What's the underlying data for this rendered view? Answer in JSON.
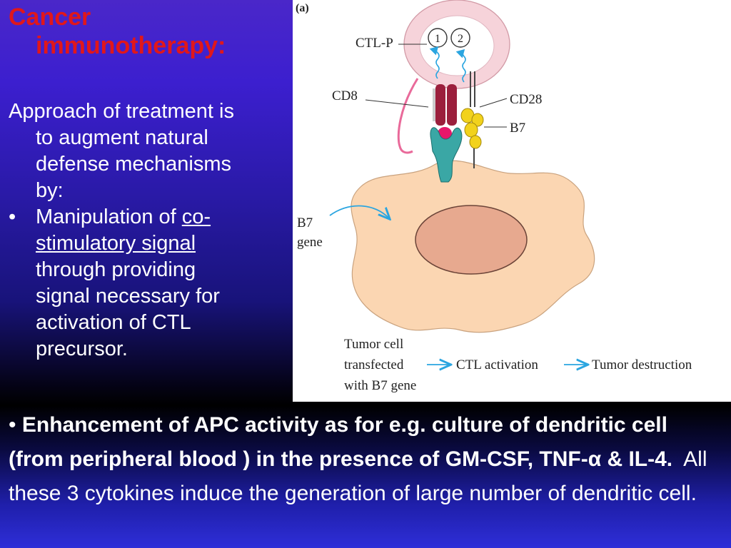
{
  "title": {
    "line1": "Cancer",
    "line2": "immunotherapy:"
  },
  "intro": {
    "line1": "Approach of treatment is",
    "line2": "to augment natural",
    "line3": "defense mechanisms",
    "line4": "by:"
  },
  "bullet1": {
    "symbol": "•",
    "prefix": "Manipulation of",
    "link_part1": "co-",
    "link_part2": "stimulatory signal",
    "rest1": "through providing",
    "rest2": "signal necessary for",
    "rest3": "activation of CTL",
    "rest4": "precursor."
  },
  "bullet2": {
    "symbol": "•",
    "bold_text": "Enhancement of APC activity as for e.g. culture of dendritic cell (from peripheral blood ) in the presence of GM-CSF, TNF-α & IL-4.",
    "normal_text": "All these 3 cytokines induce the generation of large number of dendritic cell."
  },
  "figure": {
    "panel_label": "(a)",
    "labels": {
      "ctl_p": "CTL-P",
      "cd8": "CD8",
      "cd28": "CD28",
      "b7": "B7",
      "b7_gene_1": "B7",
      "b7_gene_2": "gene",
      "signal_1": "1",
      "signal_2": "2"
    },
    "caption": {
      "line1": "Tumor cell",
      "line2": "transfected",
      "line3": "with B7 gene",
      "step2": "CTL activation",
      "step3": "Tumor destruction"
    },
    "colors": {
      "ctl_cell": "#f6d3da",
      "ctl_nucleus": "#ffffff",
      "tumor_cell": "#fbd6b2",
      "tumor_nucleus": "#e7a98f",
      "tcr": "#9b1f3c",
      "mhc": "#3aa7a5",
      "b7_molecule": "#f2d21c",
      "arrow_blue": "#2aa5e0"
    }
  }
}
